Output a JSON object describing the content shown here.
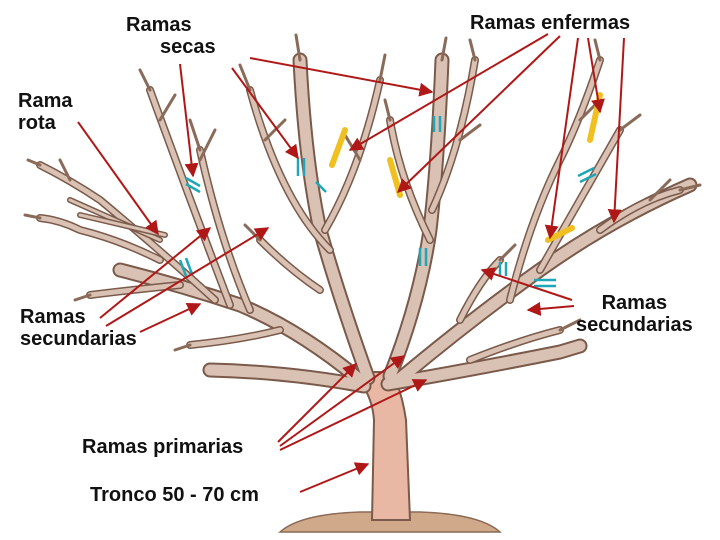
{
  "labels": {
    "ramas_secas_line1": "Ramas",
    "ramas_secas_line2": "secas",
    "ramas_enfermas": "Ramas enfermas",
    "rama_rota_line1": "Rama",
    "rama_rota_line2": "rota",
    "ramas_secundarias_left_line1": "Ramas",
    "ramas_secundarias_left_line2": "secundarias",
    "ramas_secundarias_right_line1": "Ramas",
    "ramas_secundarias_right_line2": "secundarias",
    "ramas_primarias": "Ramas primarias",
    "tronco": "Tronco 50 - 70 cm"
  },
  "colors": {
    "branch": "#d9c1b3",
    "branch_outline": "#7a5a4a",
    "trunk": "#e8b8a4",
    "diseased": "#f0c020",
    "cut_mark": "#1ea7b8",
    "arrow": "#b01818",
    "ground": "#cfa98a"
  }
}
